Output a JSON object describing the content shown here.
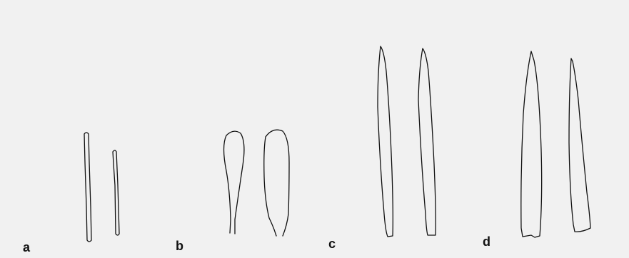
{
  "panels": [
    {
      "label": "a"
    },
    {
      "label": "b"
    },
    {
      "label": "c"
    },
    {
      "label": "d"
    }
  ],
  "colors": {
    "background": "#f1f1f1",
    "ink": "#111111"
  }
}
